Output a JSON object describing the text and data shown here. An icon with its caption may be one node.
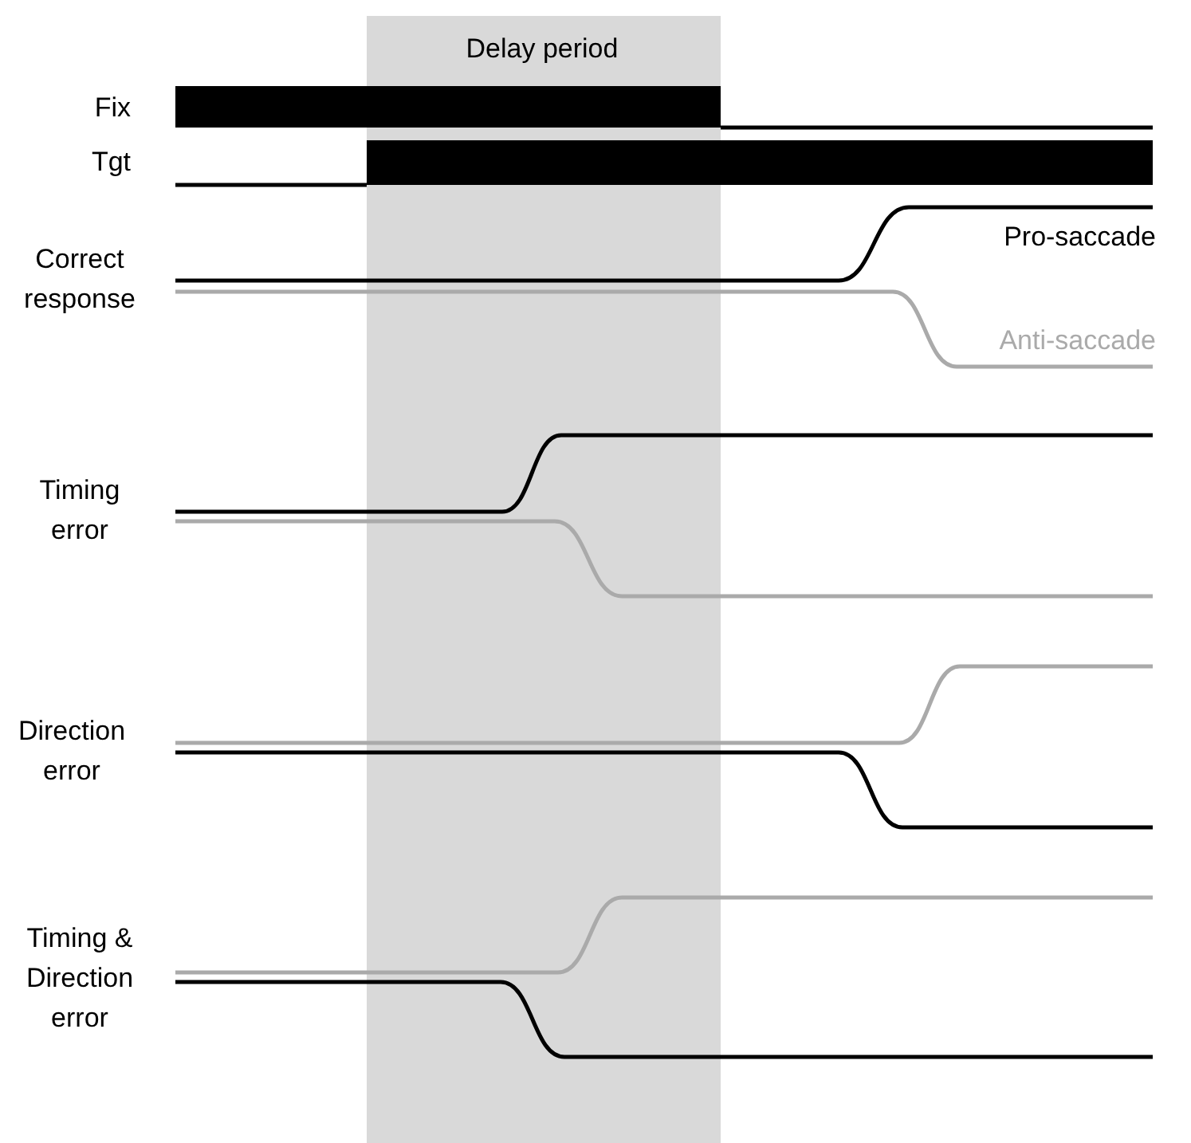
{
  "diagram": {
    "labels": [
      "Delay period",
      "Fix",
      "Tgt",
      "Correct response",
      "Pro-saccade",
      "Anti-saccade",
      "Timing error",
      "Direction error",
      "Timing & Direction error"
    ]
  }
}
